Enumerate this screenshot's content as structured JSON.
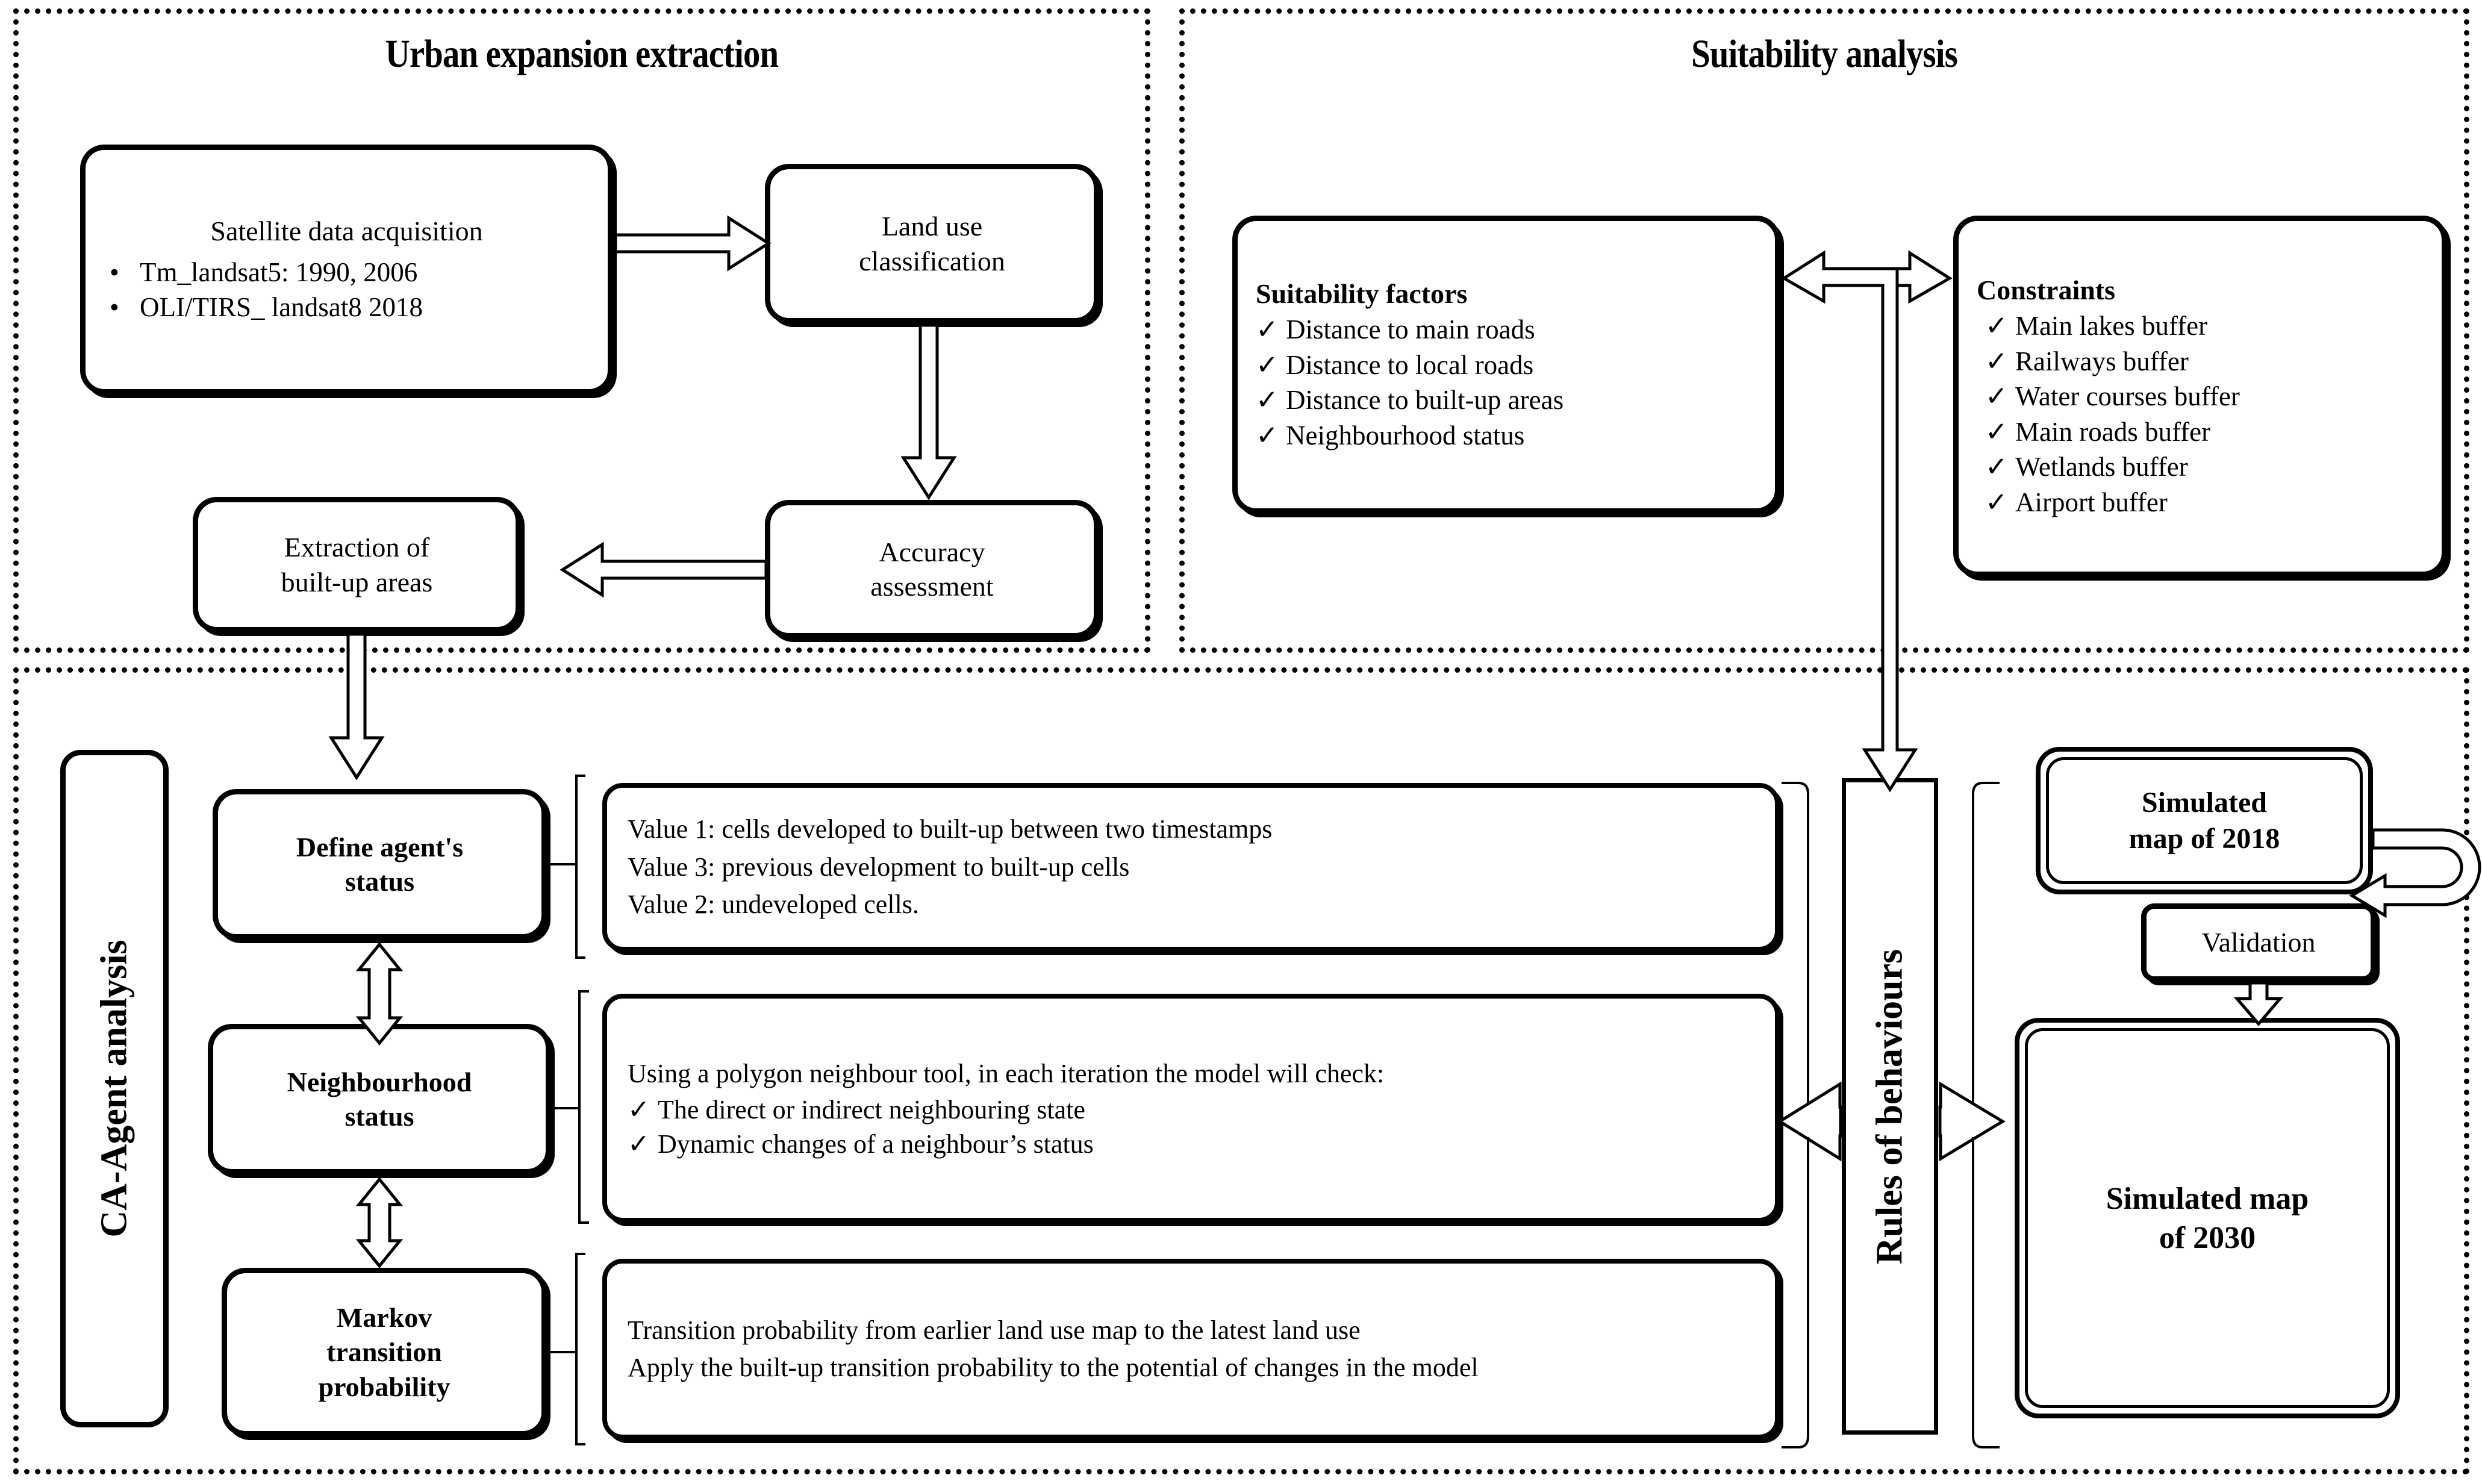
{
  "panels": {
    "urban": {
      "title": "Urban expansion extraction"
    },
    "suitability": {
      "title": "Suitability analysis"
    },
    "ca": {
      "label": "CA-Agent analysis"
    }
  },
  "urban": {
    "satellite": {
      "title": "Satellite data acquisition",
      "bullet_marker": "•",
      "items": [
        "Tm_landsat5: 1990, 2006",
        "OLI/TIRS_ landsat8 2018"
      ]
    },
    "land_use": "Land use\nclassification",
    "accuracy": "Accuracy\nassessment",
    "extraction": "Extraction of\nbuilt-up areas"
  },
  "suitability": {
    "factors": {
      "header": "Suitability factors",
      "check_marker": "✓",
      "items": [
        "Distance to main roads",
        "Distance to local roads",
        "Distance to built-up areas",
        "Neighbourhood status"
      ]
    },
    "constraints": {
      "header": "Constraints",
      "check_marker": "✓",
      "items": [
        "Main lakes buffer",
        "Railways buffer",
        "Water courses buffer",
        "Main roads buffer",
        "Wetlands buffer",
        "Airport buffer"
      ]
    }
  },
  "ca": {
    "steps": [
      {
        "label": "Define agent's\nstatus"
      },
      {
        "label": "Neighbourhood\nstatus"
      },
      {
        "label": "Markov\ntransition\nprobability"
      }
    ],
    "detail_define": {
      "lines": [
        "Value 1: cells developed to built-up between two timestamps",
        "Value 3: previous development to built-up cells",
        "Value 2: undeveloped cells."
      ]
    },
    "detail_neighbourhood": {
      "intro": "Using a polygon neighbour tool, in each iteration the model will check:",
      "check_marker": "✓",
      "items": [
        "The direct or indirect neighbouring state",
        "Dynamic changes of a neighbour’s status"
      ]
    },
    "detail_markov": {
      "lines": [
        "Transition probability from earlier land use map to the latest land use",
        "Apply the built-up transition probability to the potential of changes in the model"
      ]
    }
  },
  "output": {
    "rules_label": "Rules of behaviours",
    "simulated_2018": "Simulated\nmap of 2018",
    "validation": "Validation",
    "simulated_2030": "Simulated map\nof 2030"
  },
  "colors": {
    "line": "#000000",
    "background": "#ffffff"
  }
}
